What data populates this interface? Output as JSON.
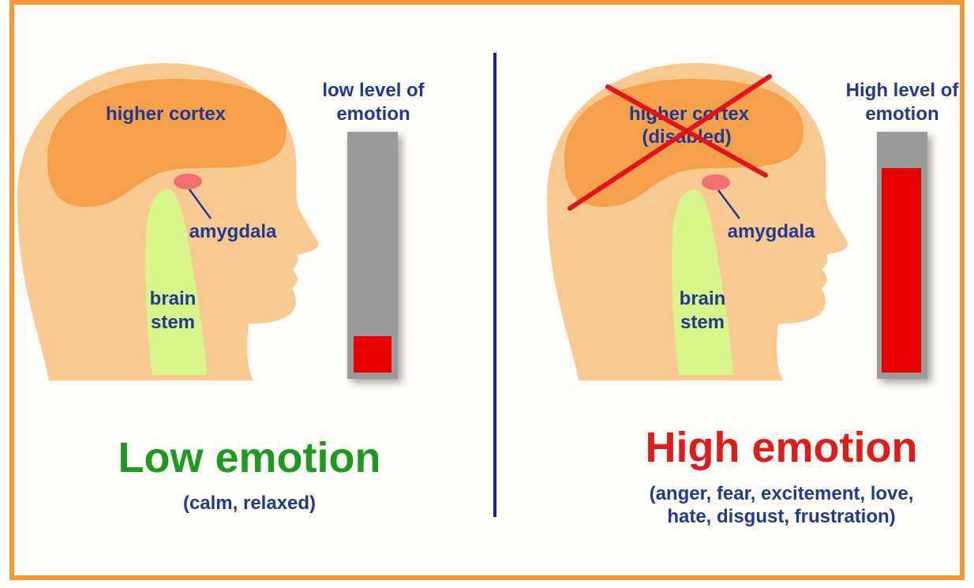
{
  "left_panel": {
    "cortex_label": "higher cortex",
    "amygdala_label": "amygdala",
    "stem_line1": "brain",
    "stem_line2": "stem",
    "meter_title_line1": "low level of",
    "meter_title_line2": "emotion",
    "meter_level": 0.15,
    "heading": "Low emotion",
    "subheading": "(calm, relaxed)"
  },
  "right_panel": {
    "cortex_label_line1": "higher cortex",
    "cortex_label_line2": "(disabled)",
    "amygdala_label": "amygdala",
    "stem_line1": "brain",
    "stem_line2": "stem",
    "meter_title_line1": "High level of",
    "meter_title_line2": "emotion",
    "meter_level": 0.85,
    "heading": "High emotion",
    "subheading_line1": "(anger, fear, excitement, love,",
    "subheading_line2": "hate, disgust, frustration)"
  },
  "colors": {
    "frame": "#f29a38",
    "skin": "#f9c992",
    "cortex": "#f5a04a",
    "brain_stem": "#d8f58a",
    "amygdala": "#f06f6f",
    "label": "#1f3a8f",
    "meter_bg": "#9a9a9a",
    "meter_fill": "#e60000",
    "low_heading": "#1e9a1e",
    "high_heading": "#e01b1b",
    "divider": "#1a1ab8",
    "cross": "#e0141b"
  }
}
